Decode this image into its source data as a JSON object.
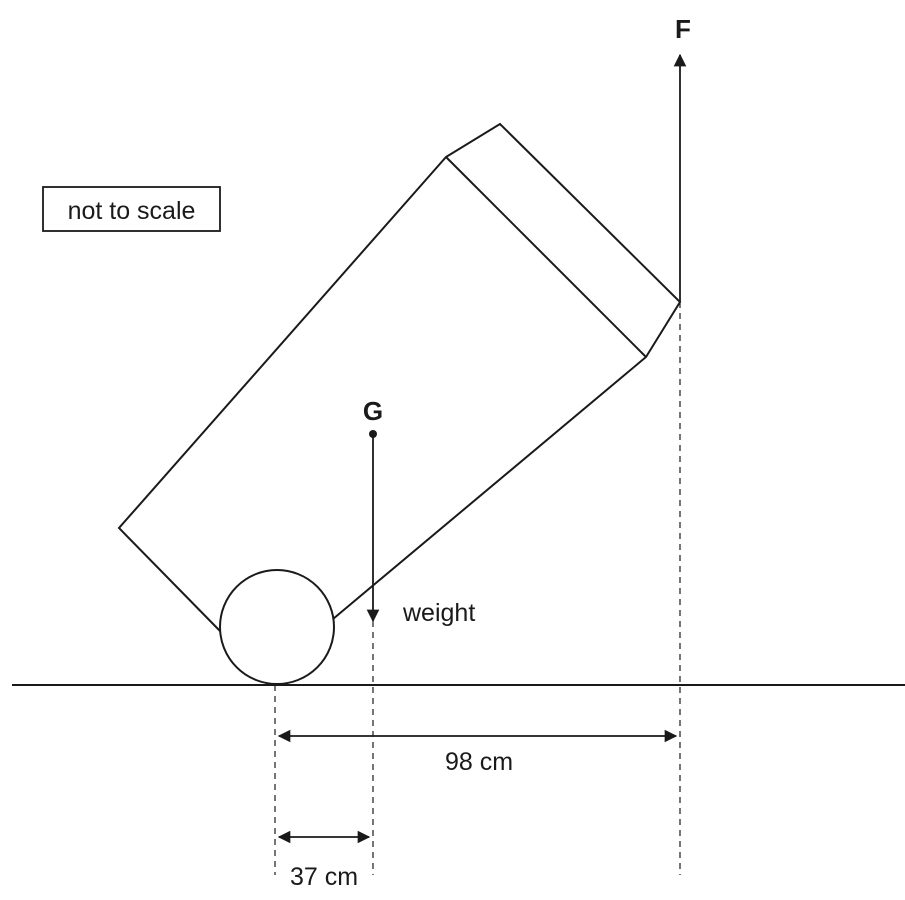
{
  "labels": {
    "force": "F",
    "centre_of_gravity": "G",
    "weight": "weight",
    "not_to_scale": "not to scale",
    "distance_to_force": "98 cm",
    "distance_to_weight": "37 cm"
  },
  "colors": {
    "ink": "#1a1a1a",
    "background": "#ffffff"
  }
}
